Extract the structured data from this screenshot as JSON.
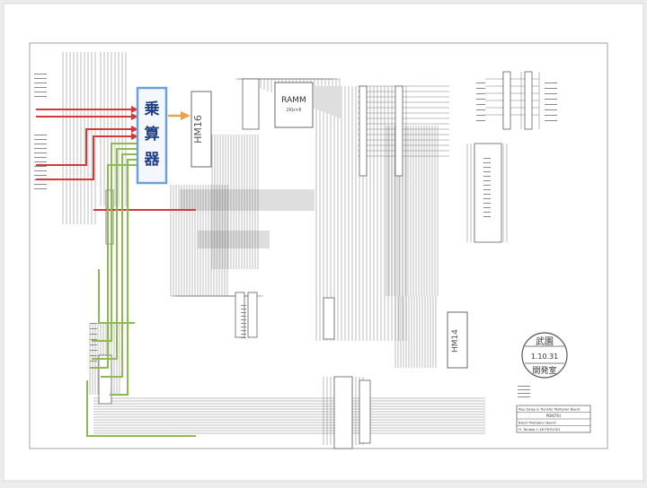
{
  "multiplier": {
    "label": "乗算器",
    "colors": {
      "box": "#6f9fd8",
      "text": "#1f3f86",
      "fill": "#f4f7fb"
    }
  },
  "labels": {
    "ramm": "RAMM",
    "ramm_sub": "2Kb×8",
    "hm16": "HM16",
    "hm14": "HM14"
  },
  "stamp": {
    "line1": "武園",
    "line2": "1.10.31",
    "line3": "開発室"
  },
  "title_block": {
    "row1": "Pipe Delay & Transfer Multiplier Board",
    "row2": "PDK(T6)",
    "row3": "Block  Multiplier Board",
    "row4": "H. Tanaka    1.48 PD31001"
  },
  "colors": {
    "red_signal": "#d23a3a",
    "green_signal": "#8cbc50",
    "orange_output": "#f0a040",
    "schematic_ink": "#6a6a6a"
  }
}
